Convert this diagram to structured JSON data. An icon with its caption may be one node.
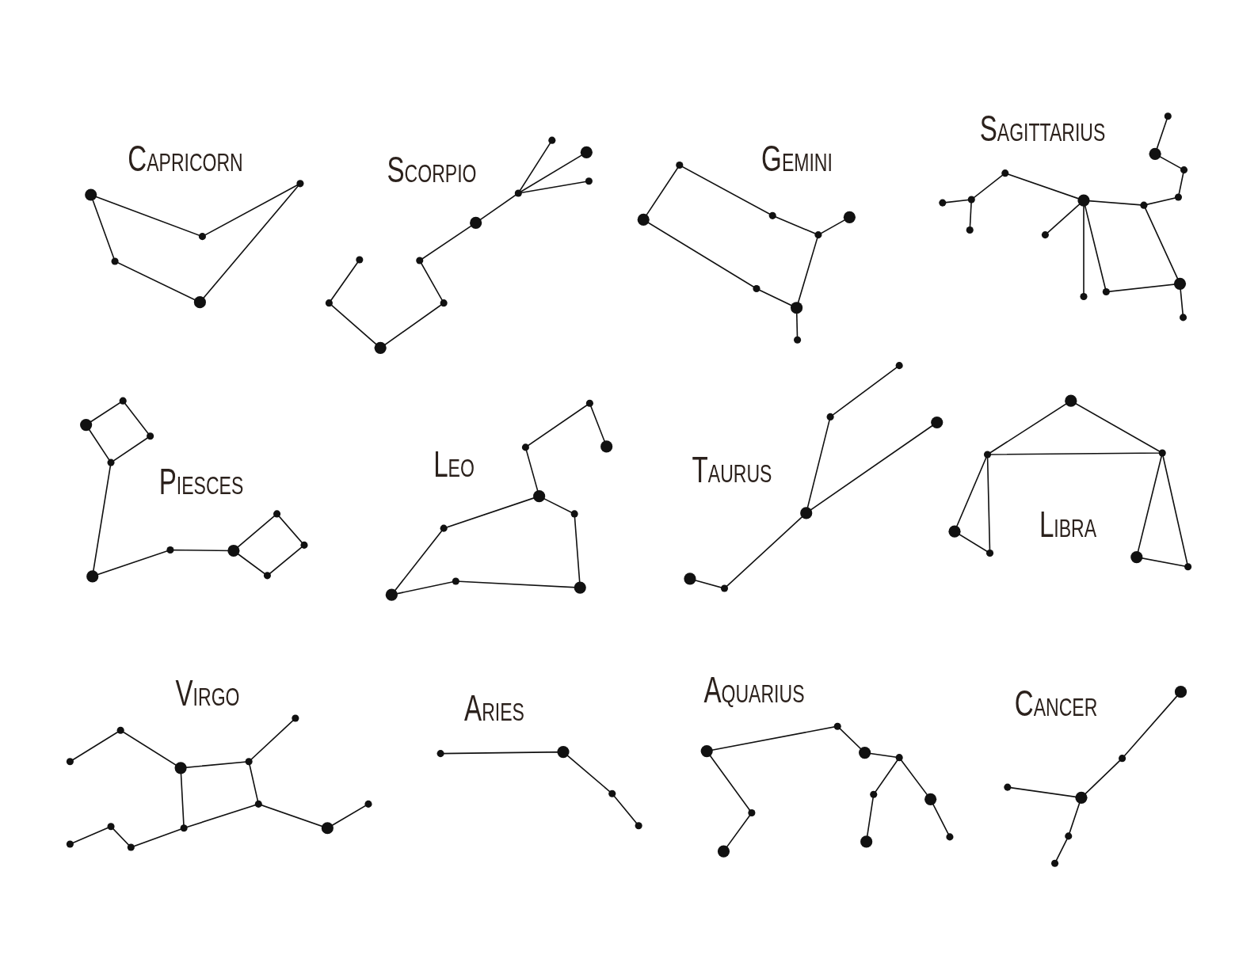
{
  "diagram": {
    "labels": [
      "Capricorn",
      "Scorpio",
      "Gemini",
      "Sagittarius",
      "Piesces",
      "Leo",
      "Taurus",
      "Libra",
      "Virgo",
      "Aries",
      "Aquarius",
      "Cancer"
    ]
  }
}
